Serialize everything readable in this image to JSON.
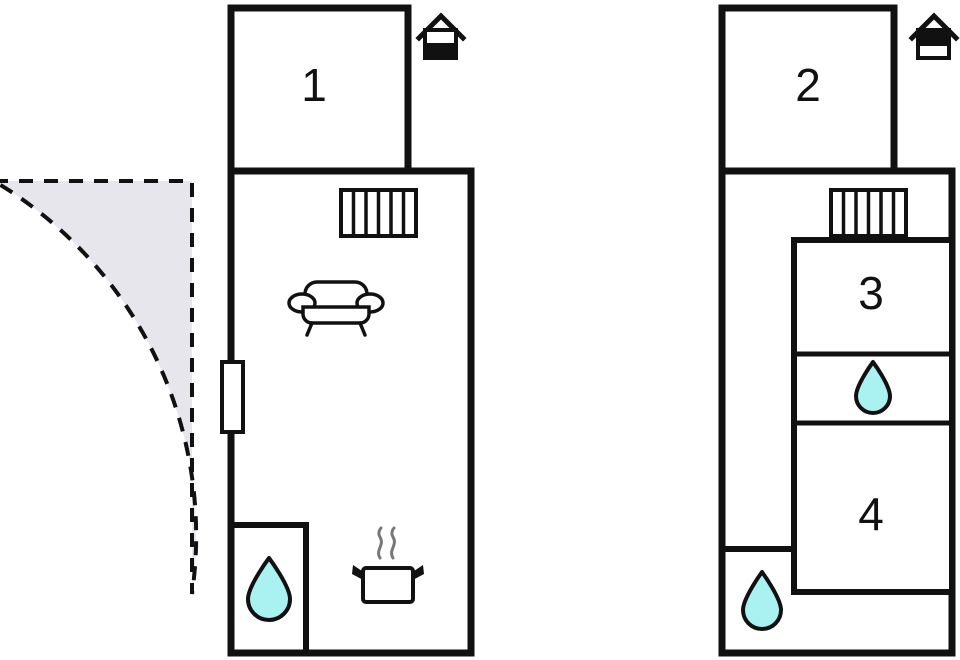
{
  "diagram": {
    "type": "architectural-floor-plan",
    "title": "Two-level house floor plan",
    "levels": [
      {
        "id": "ground-floor",
        "badge_icon": "house-ground-floor-icon",
        "badge_description": "House icon with lower half filled black indicating ground floor",
        "rooms": [
          {
            "label": "1",
            "name": "bedroom-1"
          }
        ],
        "features": [
          {
            "icon": "stairs-icon",
            "name": "staircase"
          },
          {
            "icon": "sofa-icon",
            "name": "living-room-sofa"
          },
          {
            "icon": "cooking-pot-icon",
            "name": "kitchen-stove"
          },
          {
            "icon": "water-drop-icon",
            "name": "bathroom"
          },
          {
            "icon": "door-icon",
            "name": "entrance-door"
          },
          {
            "icon": "terrace-arc-icon",
            "name": "terrace-outdoor-area"
          }
        ]
      },
      {
        "id": "first-floor",
        "badge_icon": "house-first-floor-icon",
        "badge_description": "House icon with upper half filled black indicating first floor",
        "rooms": [
          {
            "label": "2",
            "name": "bedroom-2"
          },
          {
            "label": "3",
            "name": "bedroom-3"
          },
          {
            "label": "4",
            "name": "bedroom-4"
          }
        ],
        "features": [
          {
            "icon": "stairs-icon",
            "name": "staircase"
          },
          {
            "icon": "water-drop-icon",
            "name": "bathroom-upper"
          },
          {
            "icon": "water-drop-icon",
            "name": "bathroom-lower"
          }
        ]
      }
    ]
  },
  "colors": {
    "wall": "#111111",
    "room_fill": "#ffffff",
    "terrace_fill": "#e6e6ec",
    "terrace_stroke": "#111111",
    "water_drop_fill": "#aaf2f2",
    "water_drop_stroke": "#111111",
    "background": "#ffffff"
  },
  "labels": {
    "room_1": "1",
    "room_2": "2",
    "room_3": "3",
    "room_4": "4"
  }
}
